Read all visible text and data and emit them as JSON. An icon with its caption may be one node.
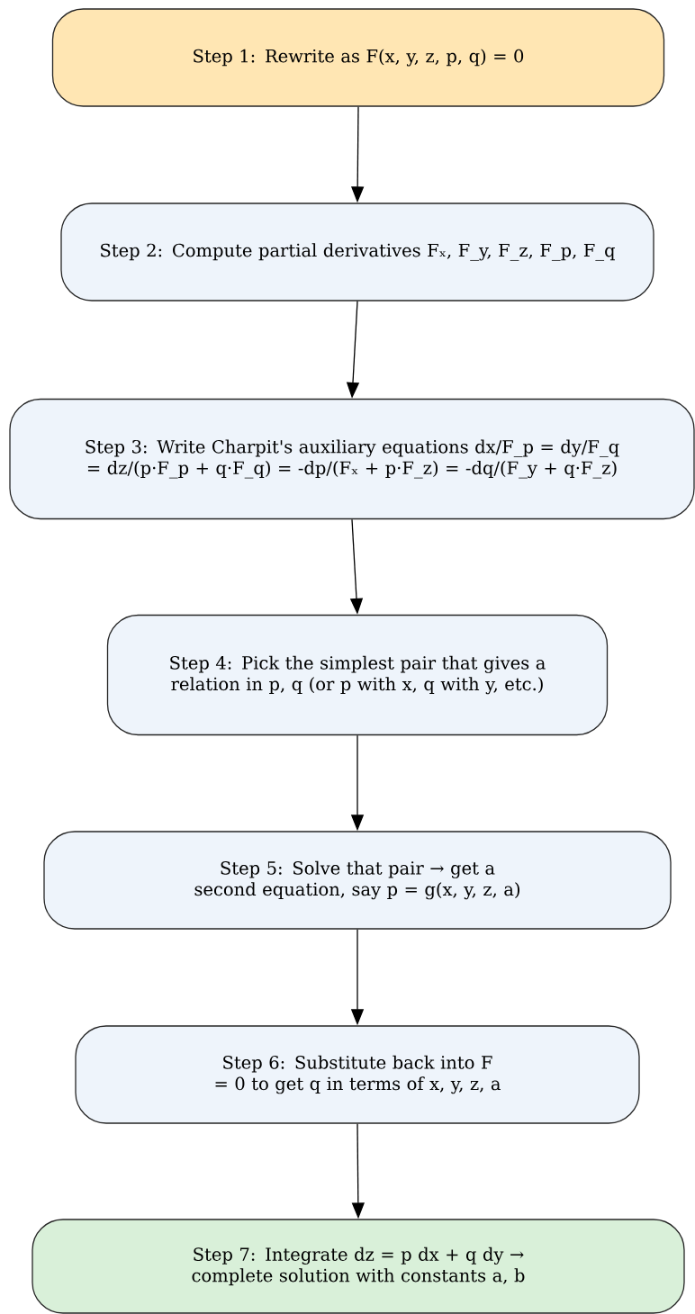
{
  "diagram": {
    "nodes": [
      {
        "text": [
          "Step 1: Rewrite as F(x, y, z, p, q) = 0"
        ]
      },
      {
        "text": [
          "Step 2: Compute partial derivatives Fₓ, F_y, F_z, F_p, F_q"
        ]
      },
      {
        "text": [
          "Step 3: Write Charpit's auxiliary equations dx/F_p = dy/F_q = dz/(p·F_p + q·F_q) = -dp/(Fₓ + p·F_z) = -dq/(F_y + q·F_z)"
        ]
      },
      {
        "text": [
          "Step 4: Pick the simplest pair that gives a relation in p, q (or p with x, q with y, etc.)"
        ]
      },
      {
        "text": [
          "Step 5: Solve that pair → get a second equation, say p = g(x, y, z, a)"
        ]
      },
      {
        "text": [
          "Step 6: Substitute back into F = 0 to get q in terms of x, y, z, a"
        ]
      },
      {
        "text": [
          "Step 7: Integrate dz = p dx + q dy → complete solution with constants a, b"
        ]
      }
    ],
    "edges": [
      {
        "from": 0,
        "to": 1,
        "arrow": "to"
      },
      {
        "from": 1,
        "to": 2,
        "arrow": "to"
      },
      {
        "from": 2,
        "to": 3,
        "arrow": "to"
      },
      {
        "from": 3,
        "to": 4,
        "arrow": "to"
      },
      {
        "from": 4,
        "to": 5,
        "arrow": "to"
      },
      {
        "from": 5,
        "to": 6,
        "arrow": "to"
      }
    ]
  }
}
